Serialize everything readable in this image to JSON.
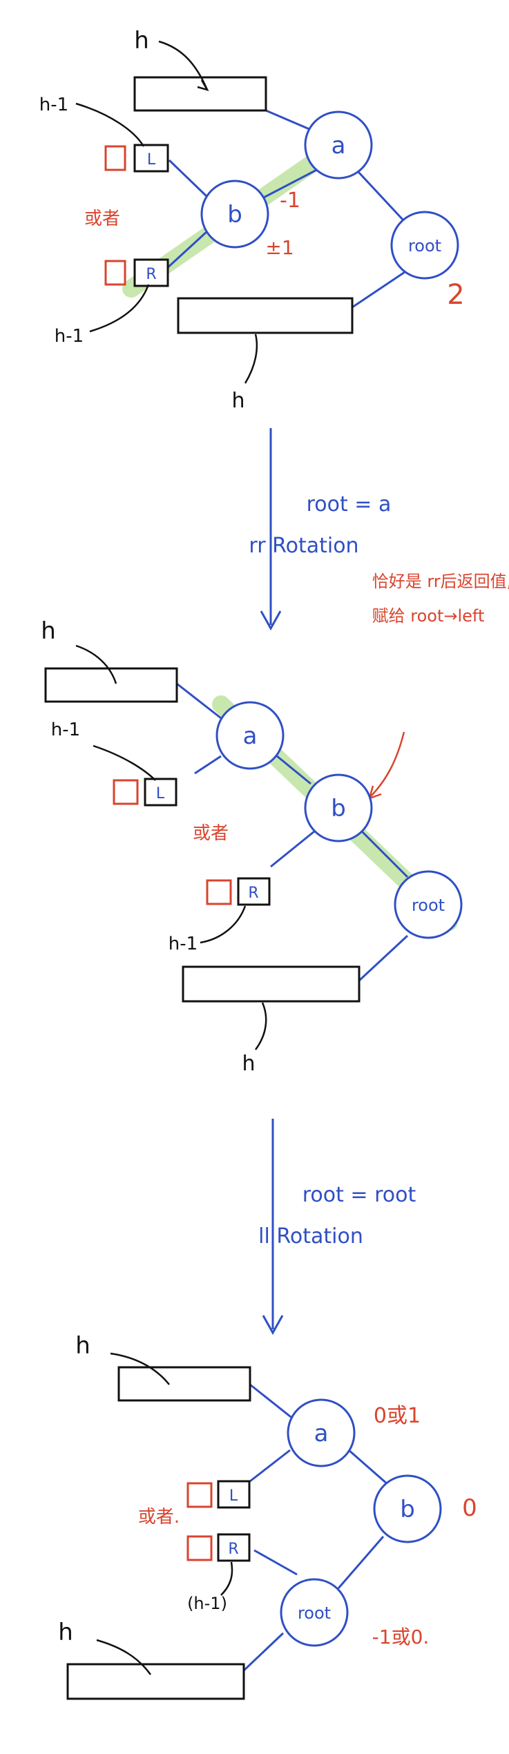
{
  "colors": {
    "blue": "#2f4fc4",
    "red": "#d9442e",
    "black": "#111111",
    "highlight": "#bfe3a0"
  },
  "step1": {
    "node_a": "a",
    "node_b": "b",
    "node_root": "root",
    "leaf_L": "L",
    "leaf_R": "R",
    "label_h_top": "h",
    "label_h1_top": "h-1",
    "label_h1_bottom": "h-1",
    "label_h_bottom": "h",
    "bf_a": "-1",
    "bf_b": "±1",
    "bf_root": "2",
    "or_text": "或者"
  },
  "arrow1": {
    "line1": "root = a",
    "line2": "rr Rotation"
  },
  "note": {
    "line1": "恰好是 rr后返回值,",
    "line2": "赋给 root→left"
  },
  "step2": {
    "node_a": "a",
    "node_b": "b",
    "node_root": "root",
    "leaf_L": "L",
    "leaf_R": "R",
    "label_h_top": "h",
    "label_h1_top": "h-1",
    "label_h1_bottom": "h-1",
    "label_h_bottom": "h",
    "or_text": "或者"
  },
  "arrow2": {
    "line1": "root = root",
    "line2": "ll Rotation"
  },
  "step3": {
    "node_a": "a",
    "node_b": "b",
    "node_root": "root",
    "leaf_L": "L",
    "leaf_R": "R",
    "label_h_top": "h",
    "label_h_bottom": "h",
    "label_h1": "(h-1)",
    "bf_a": "0或1",
    "bf_b": "0",
    "bf_root": "-1或0.",
    "or_text": "或者."
  }
}
